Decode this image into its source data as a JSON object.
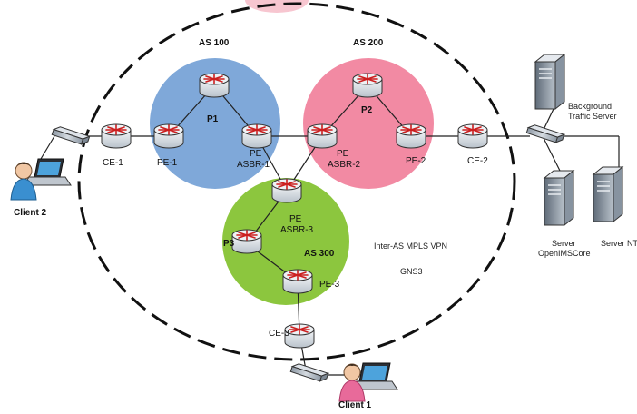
{
  "diagram": {
    "as_labels": {
      "as100": "AS 100",
      "as200": "AS 200",
      "as300": "AS 300"
    },
    "routers": {
      "ce1": "CE-1",
      "pe1": "PE-1",
      "p1": "P1",
      "asbr1_line1": "PE",
      "asbr1_line2": "ASBR-1",
      "asbr2_line1": "PE",
      "asbr2_line2": "ASBR-2",
      "p2": "P2",
      "pe2": "PE-2",
      "ce2": "CE-2",
      "asbr3_line1": "PE",
      "asbr3_line2": "ASBR-3",
      "p3": "P3",
      "pe3": "PE-3",
      "ce3": "CE-3"
    },
    "hosts": {
      "client1": "Client 1",
      "client2": "Client 2",
      "bg_line1": "Background",
      "bg_line2": "Traffic Server",
      "ims_line1": "Server",
      "ims_line2": "OpenIMSCore",
      "ntp": "Server NTP"
    },
    "notes": {
      "vpn": "Inter-AS MPLS VPN",
      "tool": "GNS3"
    },
    "colors": {
      "as100": "#7fa8d9",
      "as200": "#f28aa3",
      "as300": "#8cc63e",
      "router": "#d7dde3",
      "arrow": "#cc1f1f"
    }
  }
}
